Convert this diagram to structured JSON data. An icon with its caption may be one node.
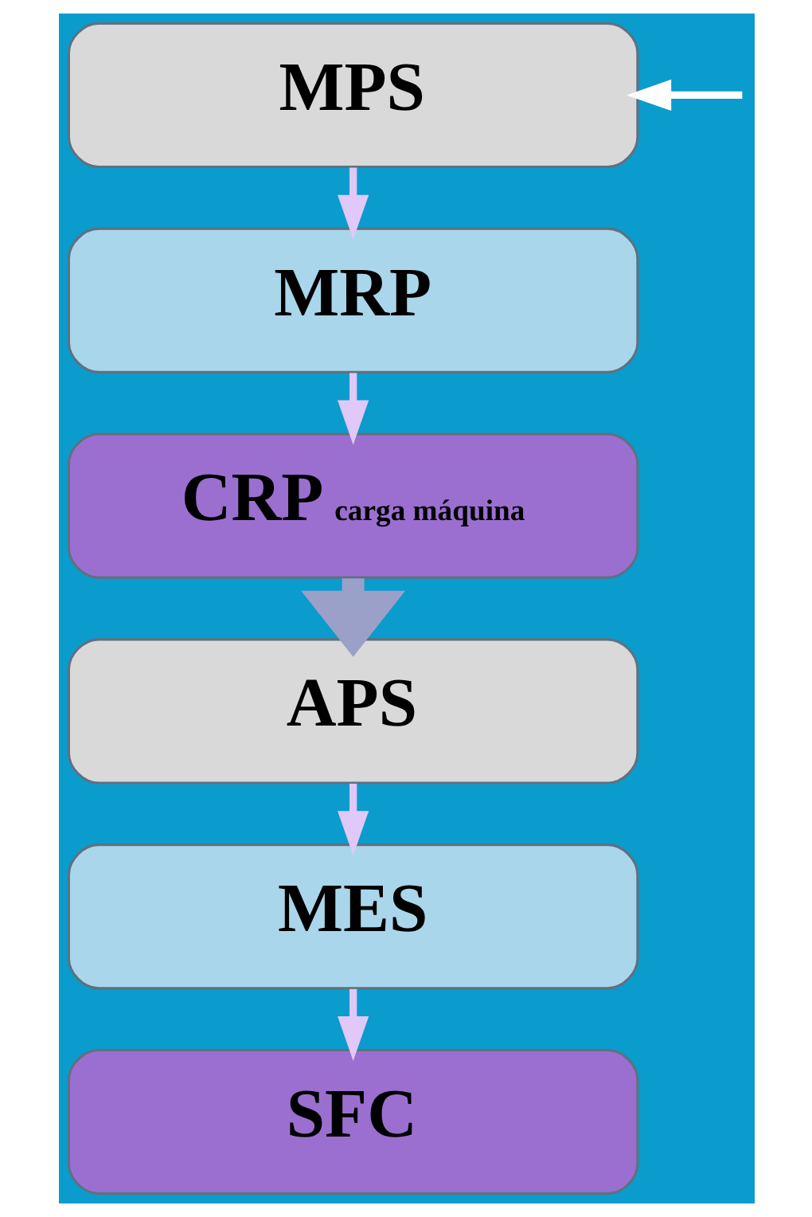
{
  "diagram": {
    "nodes": [
      {
        "text": [
          "MPS"
        ]
      },
      {
        "text": [
          "MRP"
        ]
      },
      {
        "text": [
          "CRP",
          "carga máquina"
        ]
      },
      {
        "text": [
          "APS"
        ]
      },
      {
        "text": [
          "MES"
        ]
      },
      {
        "text": [
          "SFC"
        ]
      }
    ],
    "edges": [
      {
        "from": null,
        "to": 0,
        "arrow": "to",
        "color": "#ffffff"
      },
      {
        "from": 0,
        "to": 1,
        "arrow": "to"
      },
      {
        "from": 1,
        "to": 2,
        "arrow": "to"
      },
      {
        "from": 2,
        "to": 3,
        "arrow": "to",
        "style": "thick",
        "color": "#9aa0c8"
      },
      {
        "from": 3,
        "to": 4,
        "arrow": "to"
      },
      {
        "from": 4,
        "to": 5,
        "arrow": "to"
      }
    ]
  }
}
